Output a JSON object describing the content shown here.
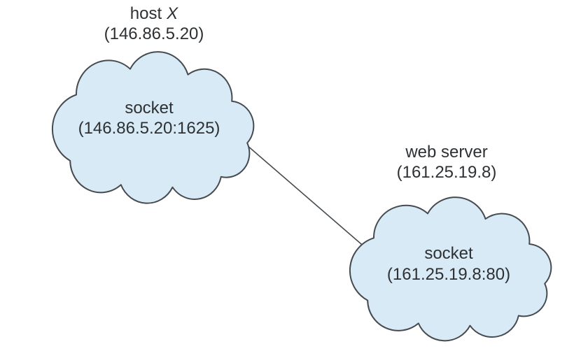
{
  "diagram_type": "socket-communication",
  "host": {
    "title_prefix": "host",
    "title_emphasis": "X",
    "title_address": "(146.86.5.20)",
    "socket_label": "socket",
    "socket_address": "(146.86.5.20:1625)"
  },
  "web_server": {
    "title": "web server",
    "title_address": "(161.25.19.8)",
    "socket_label": "socket",
    "socket_address": "(161.25.19.8:80)"
  },
  "colors": {
    "cloud_fill": "#d8eaf6",
    "cloud_stroke": "#464b50",
    "text": "#2e3134",
    "connection_line": "#464b50",
    "background": "#ffffff"
  }
}
